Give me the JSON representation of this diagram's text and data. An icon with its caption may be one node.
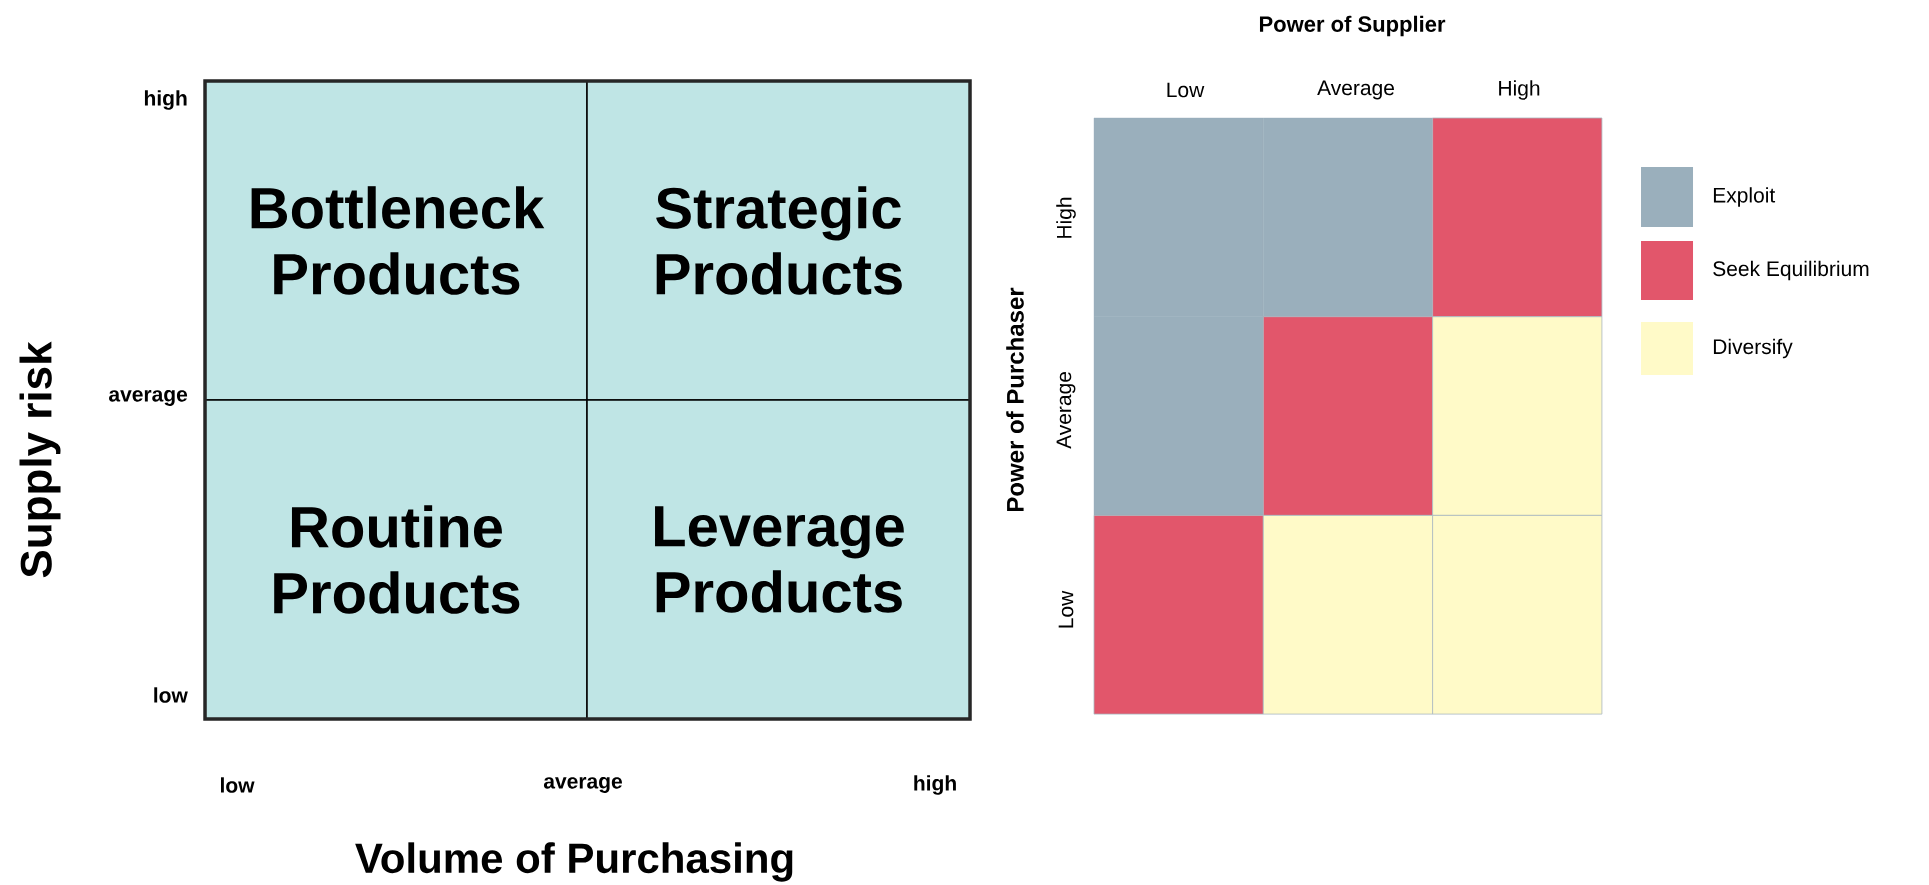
{
  "diagram": {
    "nodes": [
      {
        "text": [
          "Bottleneck Products"
        ]
      },
      {
        "text": [
          "Strategic Products"
        ]
      },
      {
        "text": [
          "Routine Products"
        ]
      },
      {
        "text": [
          "Leverage Products"
        ]
      }
    ],
    "labels": [
      "high",
      "average",
      "low",
      "Supply risk",
      "low",
      "average",
      "high",
      "Volume of Purchasing",
      "Power of Supplier",
      "Low",
      "Average",
      "High",
      "Power of Purchaser",
      "High",
      "Average",
      "Low"
    ],
    "legend": [
      {
        "text": "Exploit",
        "color": "#9aafbc"
      },
      {
        "text": "Seek Equilibrium",
        "color": "#e2566b"
      },
      {
        "text": "Diversify",
        "color": "#fffac8"
      }
    ]
  }
}
